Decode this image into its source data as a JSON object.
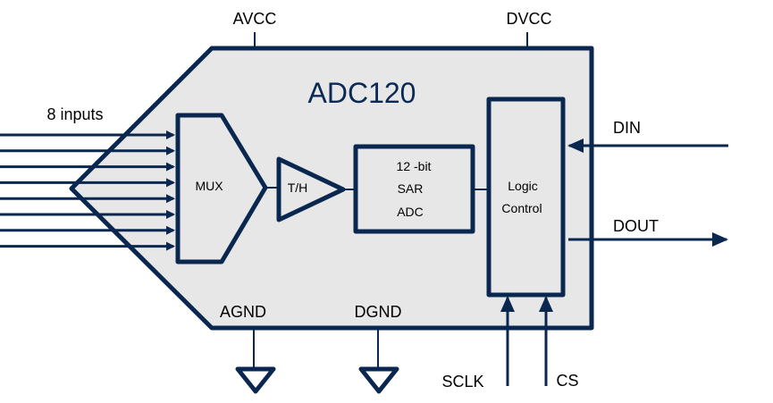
{
  "diagram": {
    "title": "ADC120",
    "colors": {
      "stroke": "#0a2750",
      "chip_fill": "#e7e7e7",
      "background": "#ffffff",
      "text": "#000000",
      "title_text": "#0a2a55"
    },
    "power_pins": [
      {
        "id": "avcc",
        "label": "AVCC"
      },
      {
        "id": "dvcc",
        "label": "DVCC"
      }
    ],
    "ground_pins": [
      {
        "id": "agnd",
        "label": "AGND"
      },
      {
        "id": "dgnd",
        "label": "DGND"
      }
    ],
    "inputs": {
      "label": "8 inputs",
      "count": 8
    },
    "blocks": {
      "mux": {
        "label": "MUX"
      },
      "track_hold": {
        "label": "T/H"
      },
      "sar_adc": {
        "lines": [
          "12 -bit",
          "SAR",
          "ADC"
        ]
      },
      "logic_control": {
        "lines": [
          "Logic",
          "Control"
        ]
      }
    },
    "digital_pins": {
      "din": {
        "label": "DIN",
        "direction": "in"
      },
      "dout": {
        "label": "DOUT",
        "direction": "out"
      },
      "sclk": {
        "label": "SCLK",
        "direction": "in"
      },
      "cs": {
        "label": "CS",
        "direction": "in"
      }
    }
  }
}
